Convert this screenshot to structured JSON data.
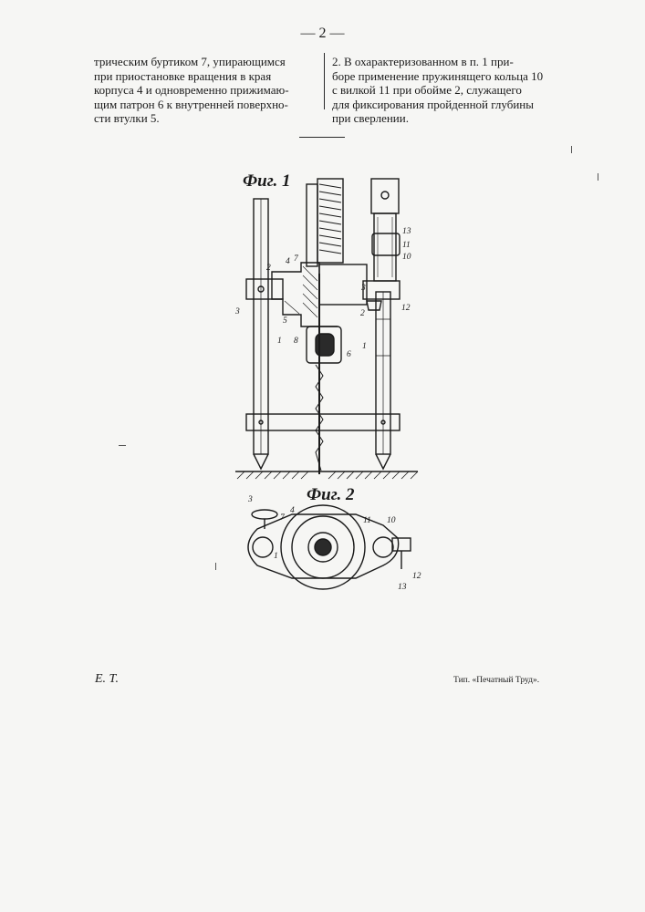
{
  "page_number": "— 2 —",
  "left_column": [
    "трическим буртиком 7, упирающимся",
    "при приостановке вращения в края",
    "корпуса 4 и одновременно прижимаю-",
    "щим патрон 6 к внутренней поверхно-",
    "сти втулки 5."
  ],
  "right_column": [
    "2. В охарактеризованном в п. 1 при-",
    "боре применение пружинящего кольца 10",
    "с вилкой 11 при обойме 2, служащего",
    "для фиксирования пройденной глубины",
    "при сверлении."
  ],
  "figure1": {
    "title": "Фиг. 1",
    "labels": {
      "l1a": "1",
      "l1b": "1",
      "l2a": "2",
      "l2b": "2",
      "l3a": "3",
      "l3b": "3",
      "l4": "4",
      "l5": "5",
      "l6": "6",
      "l7": "7",
      "l8": "8",
      "l10": "10",
      "l11": "11",
      "l12": "12",
      "l13": "13"
    }
  },
  "figure2": {
    "title": "Фиг. 2",
    "labels": {
      "l1": "1",
      "l3": "3",
      "l4": "4",
      "l7": "7",
      "l10": "10",
      "l11": "11",
      "l12": "12",
      "l13": "13"
    }
  },
  "footer": {
    "initials": "Е. Т.",
    "printer": "Тип. «Печатный Труд»."
  }
}
